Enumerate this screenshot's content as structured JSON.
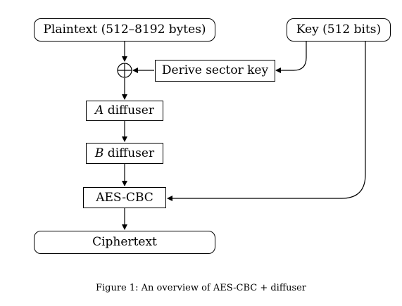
{
  "diagram": {
    "plaintext_label": "Plaintext (512–8192 bytes)",
    "key_label": "Key (512 bits)",
    "derive_label": "Derive sector key",
    "diffuser_a": {
      "var": "A",
      "text": " diffuser"
    },
    "diffuser_b": {
      "var": "B",
      "text": " diffuser"
    },
    "aes_label": "AES-CBC",
    "ciphertext_label": "Ciphertext",
    "xor_symbol": "⊕"
  },
  "caption": "Figure 1: An overview of AES-CBC + diffuser"
}
